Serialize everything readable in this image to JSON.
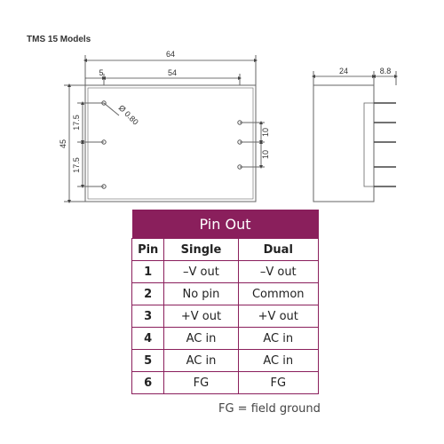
{
  "title": "TMS 15 Models",
  "dimensions": {
    "overall_width": "64",
    "pin_offset": "5",
    "pin_span": "54",
    "pin_diameter": "Ø 0.80",
    "height": "45",
    "left_spacing_top": "17.5",
    "left_spacing_bottom": "17.5",
    "right_spacing_top": "10",
    "right_spacing_bottom": "10",
    "side_depth": "24",
    "pin_length": "8.8"
  },
  "pinout": {
    "heading": "Pin Out",
    "columns": [
      "Pin",
      "Single",
      "Dual"
    ],
    "rows": [
      {
        "pin": "1",
        "single": "–V out",
        "dual": "–V out"
      },
      {
        "pin": "2",
        "single": "No pin",
        "dual": "Common"
      },
      {
        "pin": "3",
        "single": "+V out",
        "dual": "+V out"
      },
      {
        "pin": "4",
        "single": "AC in",
        "dual": "AC in"
      },
      {
        "pin": "5",
        "single": "AC in",
        "dual": "AC in"
      },
      {
        "pin": "6",
        "single": "FG",
        "dual": "FG"
      }
    ]
  },
  "note": "FG = field ground",
  "colors": {
    "accent": "#8a1f5c",
    "line": "#666666"
  }
}
